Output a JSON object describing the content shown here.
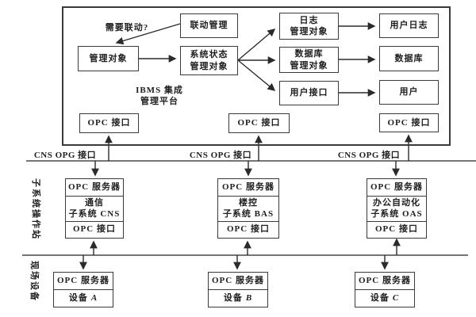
{
  "platform": {
    "title": "IBMS 集成\n管理平台",
    "question": "需要联动?",
    "linkage_management": "联动管理",
    "managed_object": "管理对象",
    "system_status_object": "系统状态\n管理对象",
    "log_management_object": "日志\n管理对象",
    "database_management_object": "数据库\n管理对象",
    "user_interface": "用户接口",
    "user_log": "用户日志",
    "database": "数据库",
    "user": "用户"
  },
  "labels": {
    "opc_interface": "OPC 接口",
    "opc_server": "OPC 服务器",
    "cns_opg_interface": "CNS OPG 接口",
    "subsystem_station": "子系统操作站",
    "field_device": "现场设备"
  },
  "subsystems": [
    {
      "name": "通信\n子系统 CNS"
    },
    {
      "name": "楼控\n子系统 BAS"
    },
    {
      "name": "办公自动化\n子系统 OAS"
    }
  ],
  "devices": [
    {
      "prefix": "设备",
      "letter": "A"
    },
    {
      "prefix": "设备",
      "letter": "B"
    },
    {
      "prefix": "设备",
      "letter": "C"
    }
  ],
  "colors": {
    "line": "#2b2b2b",
    "bus": "#757575",
    "background": "#ffffff"
  }
}
